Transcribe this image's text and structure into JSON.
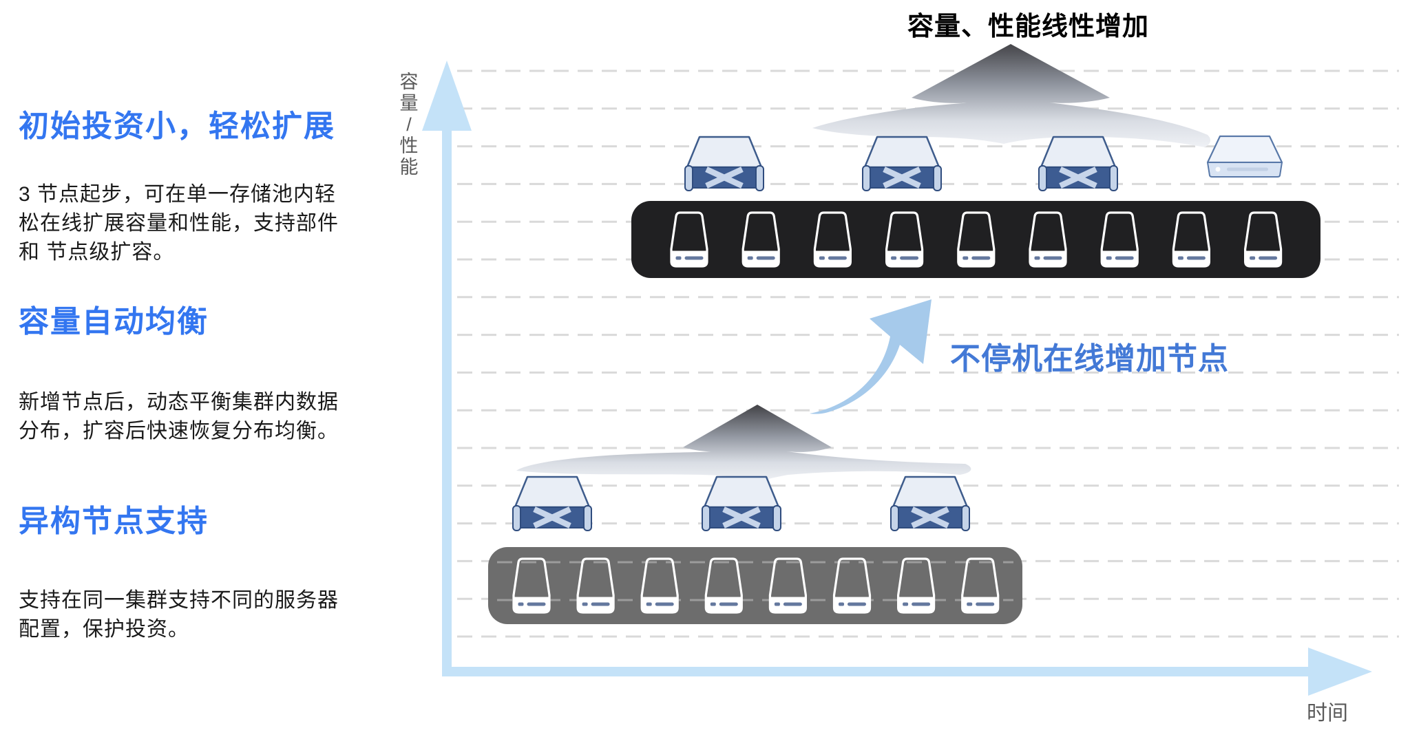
{
  "features": [
    {
      "title": "初始投资小，轻松扩展",
      "body": "3 节点起步，可在单一存储池内轻\n松在线扩展容量和性能，支持部件\n和 节点级扩容。"
    },
    {
      "title": "容量自动均衡",
      "body": "新增节点后，动态平衡集群内数据\n分布，扩容后快速恢复分布均衡。"
    },
    {
      "title": "异构节点支持",
      "body": "支持在同一集群支持不同的服务器\n配置，保护投资。"
    }
  ],
  "chart": {
    "title": "容量、性能线性增加",
    "annotation": "不停机在线增加节点",
    "y_axis_label": "容量/性能",
    "x_axis_label": "时间",
    "clusters": [
      {
        "id": "initial",
        "description": "3-node starting cluster",
        "server_count": 3,
        "heterogeneous_server_count": 0,
        "disk_count": 8
      },
      {
        "id": "expanded",
        "description": "cluster after online node add",
        "server_count": 3,
        "heterogeneous_server_count": 1,
        "disk_count": 9
      }
    ],
    "colors": {
      "heading_blue": "#3376F0",
      "annotation_blue": "#4379D6",
      "axis_blue": "#C4E2F8",
      "arrow_blue": "#A6CAEB",
      "grid_gray": "#D9D9D9",
      "axis_label_gray": "#595959",
      "chassis_dark": "#202022",
      "chassis_gray": "#6D6D6D",
      "disk_accent": "#64789E",
      "server_front_blue": "#3D5C92",
      "body_text": "#1A1A1A"
    }
  }
}
